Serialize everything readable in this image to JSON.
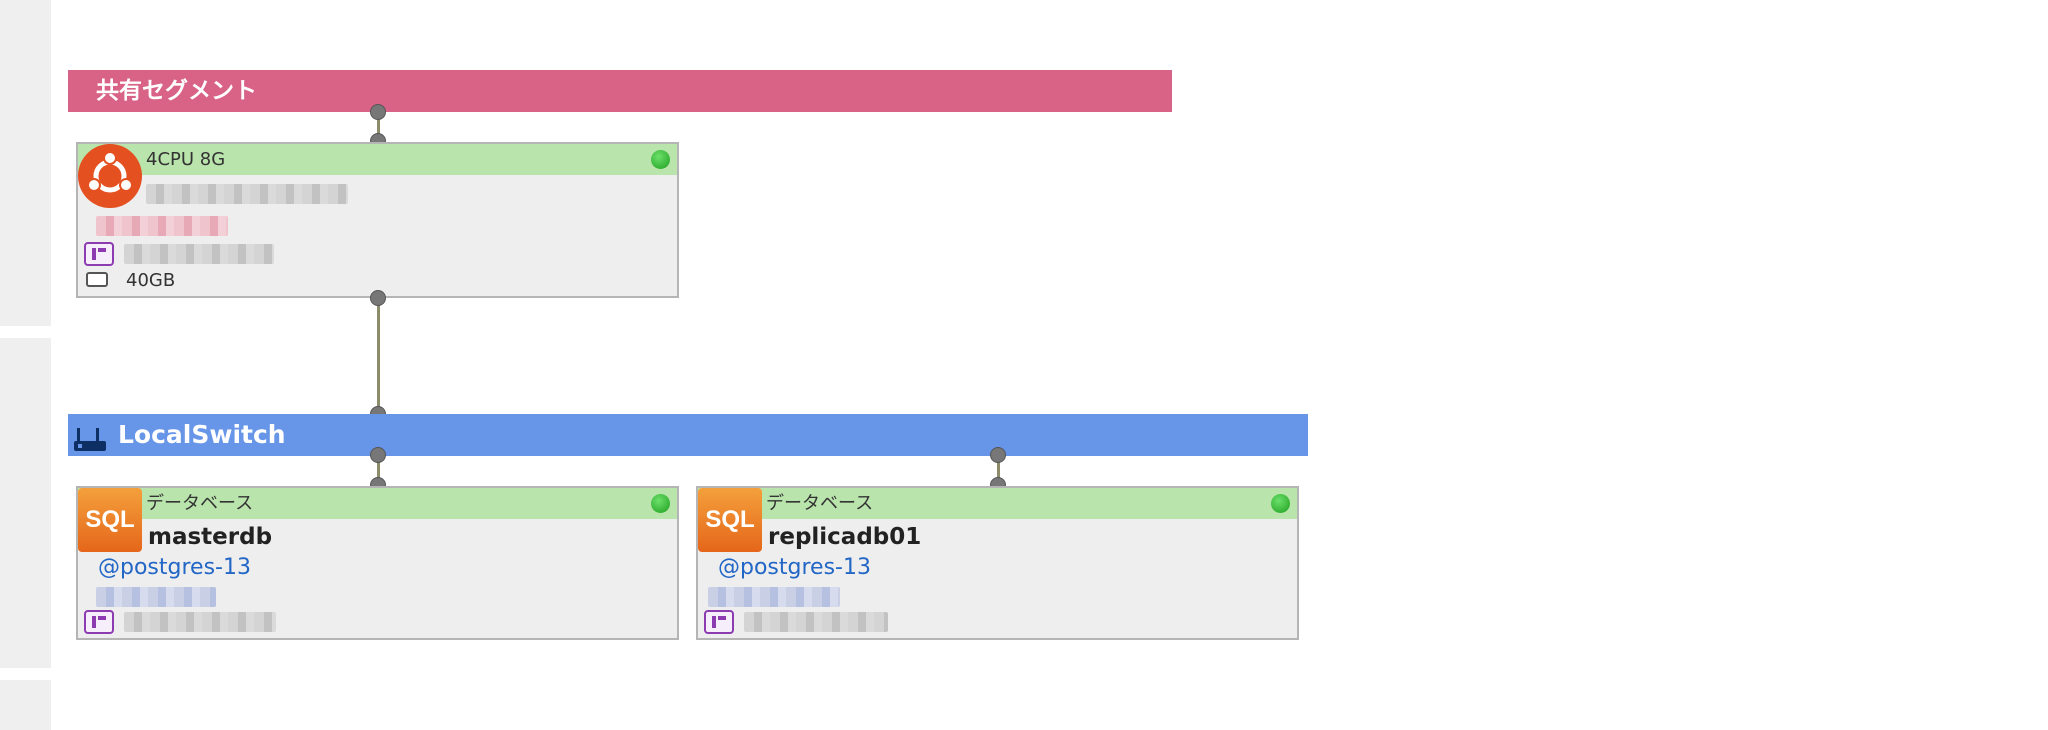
{
  "segment": {
    "label": "共有セグメント"
  },
  "switch": {
    "label": "LocalSwitch"
  },
  "server": {
    "header": "4CPU 8G",
    "disk": "40GB",
    "os_icon": "ubuntu-logo",
    "status_color": "#2eb82e"
  },
  "databases": [
    {
      "header": "データベース",
      "name": "masterdb",
      "engine": "@postgres-13",
      "icon": "sql-icon"
    },
    {
      "header": "データベース",
      "name": "replicadb01",
      "engine": "@postgres-13",
      "icon": "sql-icon"
    }
  ],
  "colors": {
    "segment": "#d96386",
    "switch": "#6796e8",
    "card_header": "#b9e4ac",
    "link": "#2266c6"
  }
}
